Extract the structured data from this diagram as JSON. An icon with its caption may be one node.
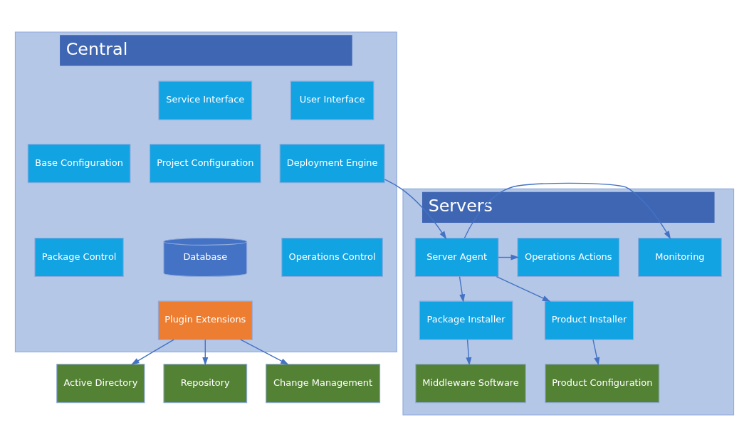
{
  "diagram": {
    "nodes": [
      {
        "text": [
          "Central"
        ]
      },
      {
        "text": [
          "Service Interface"
        ],
        "in": 0
      },
      {
        "text": [
          "User Interface"
        ],
        "in": 0
      },
      {
        "text": [
          "Base Configuration"
        ],
        "in": 0
      },
      {
        "text": [
          "Project Configuration"
        ],
        "in": 0
      },
      {
        "text": [
          "Deployment Engine"
        ],
        "in": 0
      },
      {
        "text": [
          "Package Control"
        ],
        "in": 0
      },
      {
        "text": [
          "Database"
        ],
        "in": 0
      },
      {
        "text": [
          "Operations Control"
        ],
        "in": 0
      },
      {
        "text": [
          "Plugin Extensions"
        ],
        "in": 0
      },
      {
        "text": [
          "Active Directory"
        ]
      },
      {
        "text": [
          "Repository"
        ]
      },
      {
        "text": [
          "Change Management"
        ]
      },
      {
        "text": [
          "Servers"
        ]
      },
      {
        "text": [
          "Server Agent"
        ],
        "in": 13
      },
      {
        "text": [
          "Monitoring"
        ],
        "in": 13
      },
      {
        "text": [
          "Operations Actions"
        ],
        "in": 13
      },
      {
        "text": [
          "Package Installer"
        ],
        "in": 13
      },
      {
        "text": [
          "Product Installer"
        ],
        "in": 13
      },
      {
        "text": [
          "Middleware Software"
        ],
        "in": 13
      },
      {
        "text": [
          "Product Configuration"
        ],
        "in": 13
      }
    ],
    "edges": [
      {
        "from": 9,
        "to": 10,
        "arrow": "to"
      },
      {
        "from": 9,
        "to": 11,
        "arrow": "to"
      },
      {
        "from": 9,
        "to": 12,
        "arrow": "to"
      },
      {
        "from": 5,
        "to": 14,
        "arrow": "to"
      },
      {
        "from": 14,
        "to": 15,
        "arrow": "to"
      },
      {
        "from": 14,
        "to": 16,
        "arrow": "to"
      },
      {
        "from": 14,
        "to": 17,
        "arrow": "to"
      },
      {
        "from": 14,
        "to": 18,
        "arrow": "to"
      },
      {
        "from": 17,
        "to": 19,
        "arrow": "to"
      },
      {
        "from": 18,
        "to": 20,
        "arrow": "to"
      }
    ]
  }
}
